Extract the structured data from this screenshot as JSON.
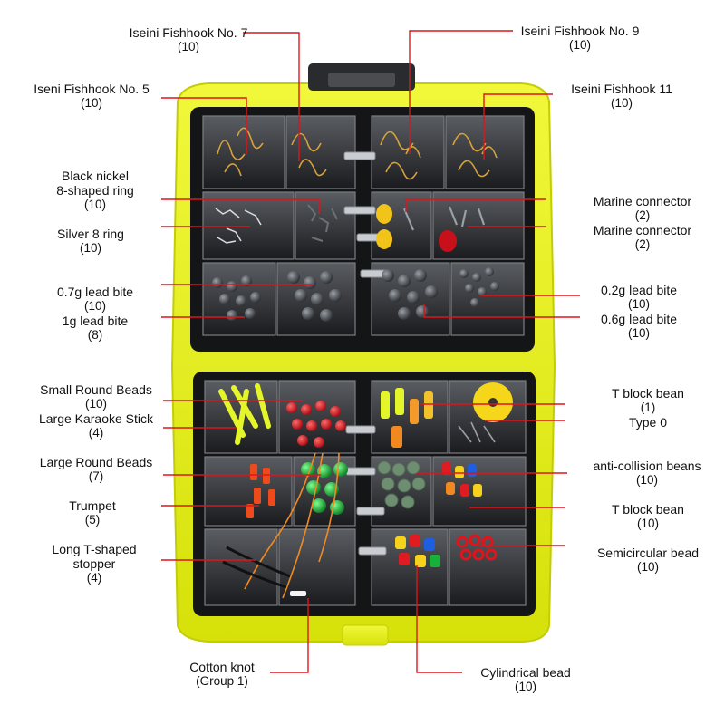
{
  "labels": {
    "hook7": {
      "name": "Iseini Fishhook No. 7",
      "count": "(10)"
    },
    "hook9": {
      "name": "Iseini Fishhook No. 9",
      "count": "(10)"
    },
    "hook5": {
      "name": "Iseni Fishhook No. 5",
      "count": "(10)"
    },
    "hook11": {
      "name": "Iseini Fishhook 11",
      "count": "(10)"
    },
    "black_ring": {
      "name": "Black nickel",
      "name2": "8-shaped ring",
      "count": "(10)"
    },
    "marine1": {
      "name": "Marine connector",
      "count": "(2)"
    },
    "silver_ring": {
      "name": "Silver 8 ring",
      "count": "(10)"
    },
    "marine2": {
      "name": "Marine connector",
      "count": "(2)"
    },
    "lead07": {
      "name": "0.7g lead bite",
      "count": "(10)"
    },
    "lead02": {
      "name": "0.2g lead bite",
      "count": "(10)"
    },
    "lead1": {
      "name": "1g lead bite",
      "count": "(8)"
    },
    "lead06": {
      "name": "0.6g lead bite",
      "count": "(10)"
    },
    "small_beads": {
      "name": "Small Round Beads",
      "count": "(10)"
    },
    "t_block1": {
      "name": "T block bean",
      "count": "(1)"
    },
    "karaoke": {
      "name": "Large Karaoke Stick",
      "count": "(4)"
    },
    "type0": {
      "name": "Type 0",
      "count": ""
    },
    "large_beads": {
      "name": "Large Round Beads",
      "count": "(7)"
    },
    "anti": {
      "name": "anti-collision beans",
      "count": "(10)"
    },
    "trumpet": {
      "name": "Trumpet",
      "count": "(5)"
    },
    "t_block2": {
      "name": "T block bean",
      "count": "(10)"
    },
    "stopper": {
      "name": "Long T-shaped",
      "name2": "stopper",
      "count": "(4)"
    },
    "semi": {
      "name": "Semicircular bead",
      "count": "(10)"
    },
    "cotton": {
      "name": "Cotton knot",
      "count": "(Group 1)"
    },
    "cyl": {
      "name": "Cylindrical bead",
      "count": "(10)"
    }
  },
  "colors": {
    "case_yellow": "#e8f20f",
    "case_dark": "#1b1c1e",
    "leader_red": "#e0141b",
    "hook_gold": "#d8a23a",
    "bead_red": "#d2101a",
    "bead_green": "#19b03a",
    "float_yellow": "#e4f52a"
  }
}
